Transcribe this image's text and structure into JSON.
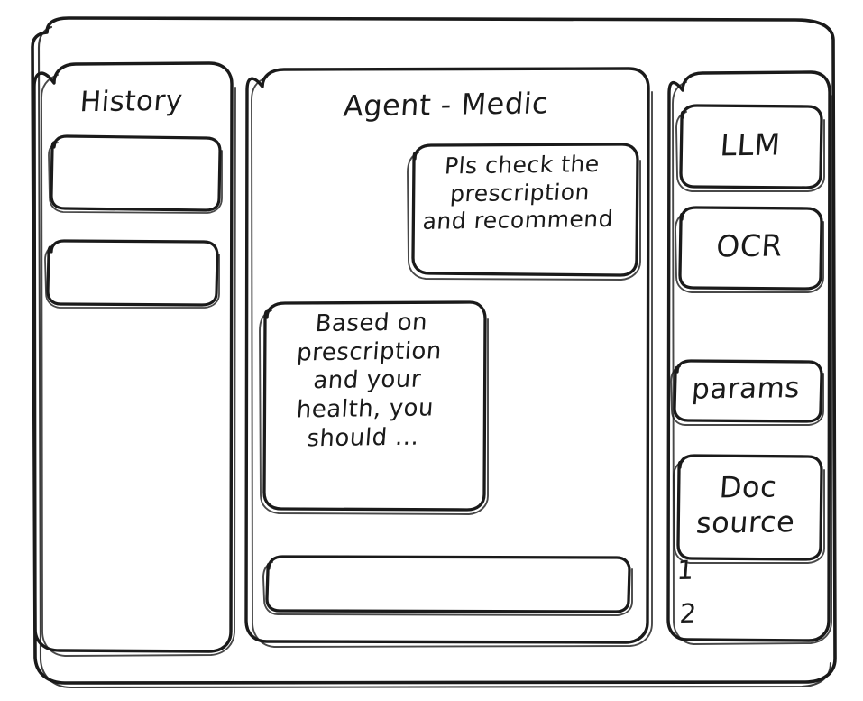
{
  "app": {
    "frame_label": "app-window",
    "stroke_color": "#1a1a1a",
    "background_color": "#ffffff"
  },
  "sidebar_history": {
    "title": "History",
    "items": [
      {
        "label": ""
      },
      {
        "label": ""
      }
    ]
  },
  "main": {
    "title": "Agent - Medic",
    "messages": [
      {
        "role": "user",
        "text": "Pls check the\nprescription\nand recommend"
      },
      {
        "role": "assistant",
        "text": "Based on\nprescription\nand your\nhealth, you\nshould ..."
      }
    ],
    "composer": {
      "value": "",
      "placeholder": ""
    }
  },
  "sidebar_tools": {
    "buttons": [
      {
        "label": "LLM"
      },
      {
        "label": "OCR"
      },
      {
        "label": "params"
      },
      {
        "label": "Doc\nsource"
      }
    ],
    "doc_list": [
      {
        "label": "1"
      },
      {
        "label": "2"
      }
    ]
  }
}
